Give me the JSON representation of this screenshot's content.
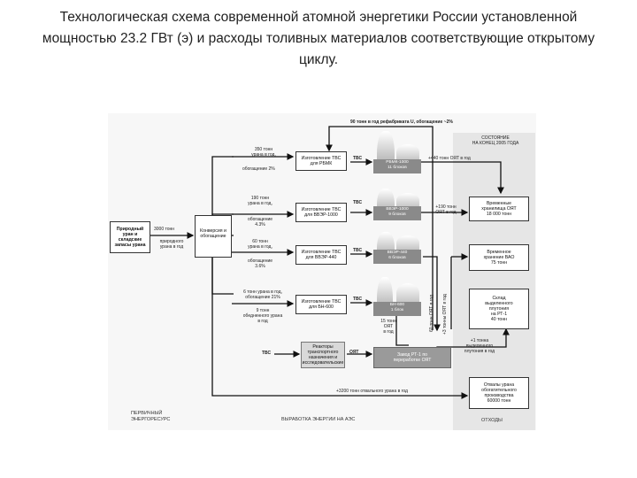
{
  "title": {
    "line1": "Технологическая схема современной атомной энергетики России установленной",
    "line2": "мощностью 23.2 ГВт (э) и расходы толивных материалов соответствующие открытому",
    "line3": "циклу."
  },
  "top_flow": "90 тонн в год рефабриката U, обогащение ~2%",
  "state": {
    "line1": "СОСТОЯНИЕ",
    "line2": "НА КОНЕЦ 2005 ГОДА"
  },
  "natural_uranium": {
    "l1": "Природный",
    "l2": "уран и",
    "l3": "складские",
    "l4": "запасы урана"
  },
  "natural_flow": {
    "l1": "3000 тонн",
    "l2": "природного",
    "l3": "урана в год"
  },
  "conversion": {
    "l1": "Конверсия и",
    "l2": "обогащение"
  },
  "rows": [
    {
      "input_1": "350 тонн",
      "input_2": "урана в год,",
      "input_3": "обогащение 2%",
      "fab_1": "Изготовление ТВС",
      "fab_2": "для РБМК",
      "tvs": "ТВС",
      "plant_1": "РБМК-1000",
      "plant_2": "11 блоков",
      "output": "+440 тонн ОЯТ в год"
    },
    {
      "input_1": "190 тонн",
      "input_2": "урана в год,",
      "input_3": "обогащение",
      "input_4": "4.3%",
      "fab_1": "Изготовление ТВС",
      "fab_2": "для ВВЭР-1000",
      "tvs": "ТВС",
      "plant_1": "ВВЭР-1000",
      "plant_2": "9 блоков",
      "output_1": "+190 тонн",
      "output_2": "ОЯТ в год"
    },
    {
      "input_1": "60 тонн",
      "input_2": "урана в год,",
      "input_3": "обогащение",
      "input_4": "3.6%",
      "fab_1": "Изготовление ТВС",
      "fab_2": "для ВВЭР-440",
      "tvs": "ТВС",
      "plant_1": "ВВЭР-440",
      "plant_2": "6 блоков"
    },
    {
      "input_1": "6 тонн урана в год,",
      "input_2": "обогащение 21%",
      "input_3": "9 тонн",
      "input_4": "обедненного урана",
      "input_5": "в год",
      "fab_1": "Изготовление ТВС",
      "fab_2": "для БН-600",
      "tvs": "ТВС",
      "plant_1": "БН-600",
      "plant_2": "1 блок",
      "output_1": "15 тонн",
      "output_2": "ОЯТ",
      "output_3": "в год"
    }
  ],
  "vertical_1": "60 тонн ОЯТ в год",
  "vertical_2": "+3 тонны ОЯТ в год",
  "transport": {
    "tvs": "ТВС",
    "l1": "Реакторы",
    "l2": "транспортного",
    "l3": "назначения и",
    "l4": "исследовательские",
    "oyat": "ОЯТ"
  },
  "rt1": {
    "l1": "Завод РТ-1 по",
    "l2": "переработке ОЯТ"
  },
  "rt1_output": {
    "l1": "+1 тонна",
    "l2": "выделенного",
    "l3": "плутония в год"
  },
  "depleted_flow": "+3200 тонн отвального урана в год",
  "storages": [
    {
      "l1": "Временные",
      "l2": "хранилища ОЯТ",
      "l3": "18 000 тонн"
    },
    {
      "l1": "Временное",
      "l2": "хранение ВАО",
      "l3": "75 тонн"
    },
    {
      "l1": "Склад",
      "l2": "выделенного",
      "l3": "плутония",
      "l4": "на РТ-1",
      "l5": "40 тонн"
    },
    {
      "l1": "Отвалы урана",
      "l2": "обогатительного",
      "l3": "производства",
      "l4": "60000 тонн"
    }
  ],
  "footer": {
    "primary_1": "ПЕРВИЧНЫЙ",
    "primary_2": "ЭНЕРГОРЕСУРС",
    "generation": "ВЫРАБОТКА ЭНЕРГИИ НА АЭС",
    "waste": "ОТХОДЫ"
  }
}
